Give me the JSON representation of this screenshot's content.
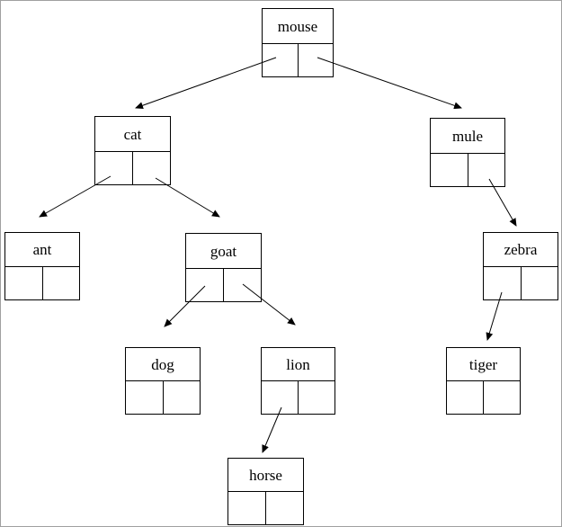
{
  "diagram": {
    "type": "binary-search-tree",
    "nodes": [
      {
        "id": "mouse",
        "label": "mouse"
      },
      {
        "id": "cat",
        "label": "cat"
      },
      {
        "id": "mule",
        "label": "mule"
      },
      {
        "id": "ant",
        "label": "ant"
      },
      {
        "id": "goat",
        "label": "goat"
      },
      {
        "id": "zebra",
        "label": "zebra"
      },
      {
        "id": "dog",
        "label": "dog"
      },
      {
        "id": "lion",
        "label": "lion"
      },
      {
        "id": "tiger",
        "label": "tiger"
      },
      {
        "id": "horse",
        "label": "horse"
      }
    ],
    "edges": [
      {
        "from": "mouse",
        "pointer": "left",
        "to": "cat"
      },
      {
        "from": "mouse",
        "pointer": "right",
        "to": "mule"
      },
      {
        "from": "cat",
        "pointer": "left",
        "to": "ant"
      },
      {
        "from": "cat",
        "pointer": "right",
        "to": "goat"
      },
      {
        "from": "goat",
        "pointer": "left",
        "to": "dog"
      },
      {
        "from": "goat",
        "pointer": "right",
        "to": "lion"
      },
      {
        "from": "lion",
        "pointer": "left",
        "to": "horse"
      },
      {
        "from": "mule",
        "pointer": "right",
        "to": "zebra"
      },
      {
        "from": "zebra",
        "pointer": "left",
        "to": "tiger"
      }
    ],
    "colors": {
      "node_border": "#000000",
      "edge": "#000000",
      "background": "#ffffff"
    }
  }
}
